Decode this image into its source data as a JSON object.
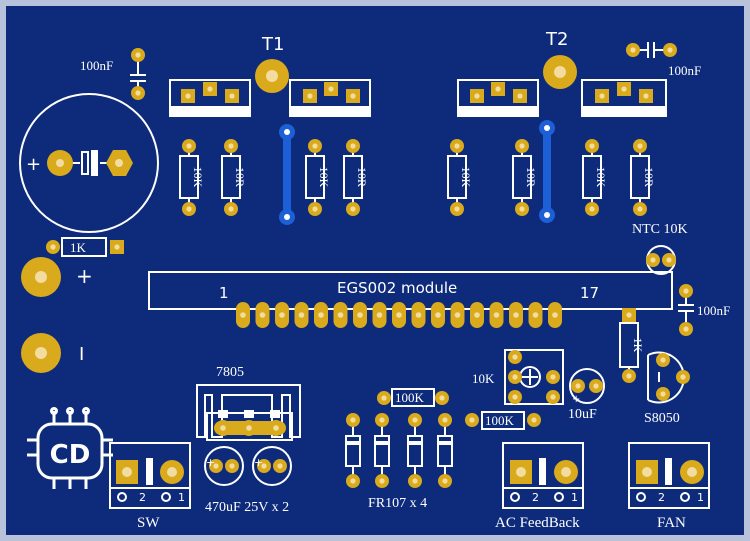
{
  "board": {
    "colors": {
      "board": "#0d2b7a",
      "border": "#b9c2db",
      "pad": "#d9aa1c",
      "pad_hole": "#f2dca0",
      "silkscreen": "#ffffff",
      "trace": "#1d5fd6",
      "component_body": "#e8e8e8"
    },
    "labels": {
      "cap_top_left": "100nF",
      "cap_top_right": "100nF",
      "cap_right": "100nF",
      "t1": "T1",
      "t2": "T2",
      "r_10k": "10K",
      "r_10r": "10R",
      "r_1k": "1K",
      "plus": "+",
      "minus": "I",
      "module_name": "EGS002 module",
      "pin_first": "1",
      "pin_last": "17",
      "ntc": "NTC 10K",
      "pot": "10K",
      "r_100k": "100K",
      "cap_10uf": "10uF",
      "transistor": "S8050",
      "regulator": "7805",
      "cap_470": "470uF 25V x 2",
      "diodes": "FR107 x 4",
      "sw": "SW",
      "ac_feedback": "AC FeedBack",
      "fan": "FAN",
      "term_pin_2": "2",
      "term_pin_1": "1",
      "logo": "CD"
    }
  }
}
